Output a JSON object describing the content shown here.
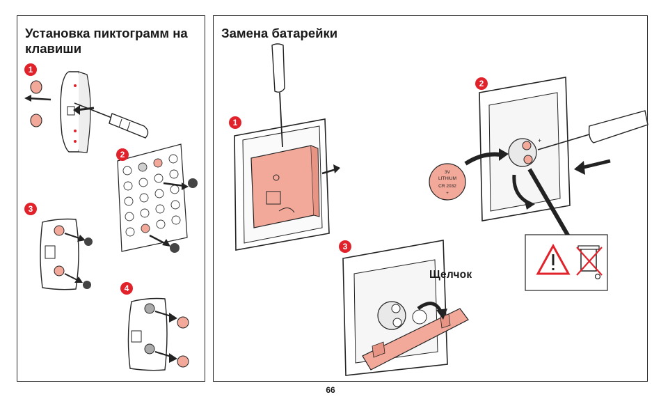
{
  "left": {
    "title": "Установка пиктограмм на клавиши",
    "steps": [
      "1",
      "2",
      "3",
      "4"
    ]
  },
  "right": {
    "title": "Замена батарейки",
    "steps": [
      "1",
      "2",
      "3"
    ],
    "click_label": "Щелчок",
    "battery": {
      "voltage": "3V",
      "type": "LITHIUM",
      "model": "CR 2032",
      "polarity": "+"
    },
    "polarity_mark": "+"
  },
  "page_number": "66",
  "colors": {
    "accent": "#e2222b",
    "pink": "#f2a99a",
    "device_outline": "#222222"
  },
  "icons": [
    "screwdriver-icon",
    "arrow-icon",
    "warning-triangle-icon",
    "crossed-bin-icon"
  ]
}
